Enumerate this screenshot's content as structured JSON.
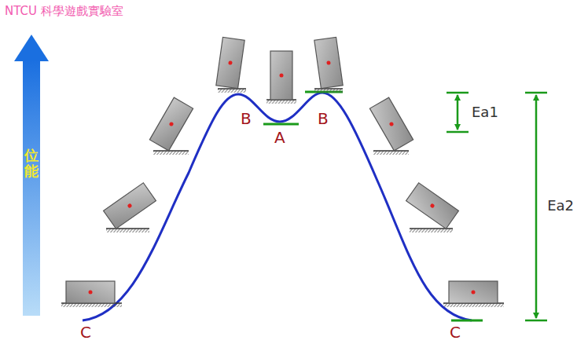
{
  "diagram": {
    "labels": [
      "NTCU 科學遊戲實驗室",
      "位能",
      "B",
      "A",
      "B",
      "C",
      "C",
      "Ea1",
      "Ea2"
    ]
  }
}
